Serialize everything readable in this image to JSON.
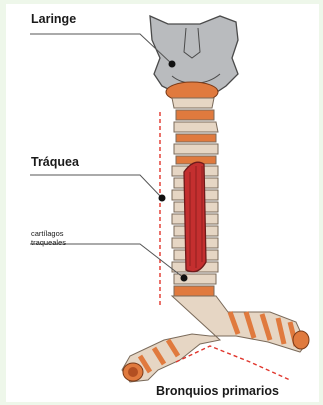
{
  "labels": {
    "larynx": "Laringe",
    "trachea": "Tráquea",
    "cartilage_line1": "cartílagos",
    "cartilage_line2": "traqueales",
    "bronchi": "Bronquios primarios"
  },
  "colors": {
    "background": "#eef7ea",
    "cartilage": "#e6d6c4",
    "muscle": "#e07a3e",
    "muscle_dark": "#b24f22",
    "gray_cartilage": "#b9bbbe",
    "guide_line": "#e0352c",
    "leader_line": "#555555"
  }
}
